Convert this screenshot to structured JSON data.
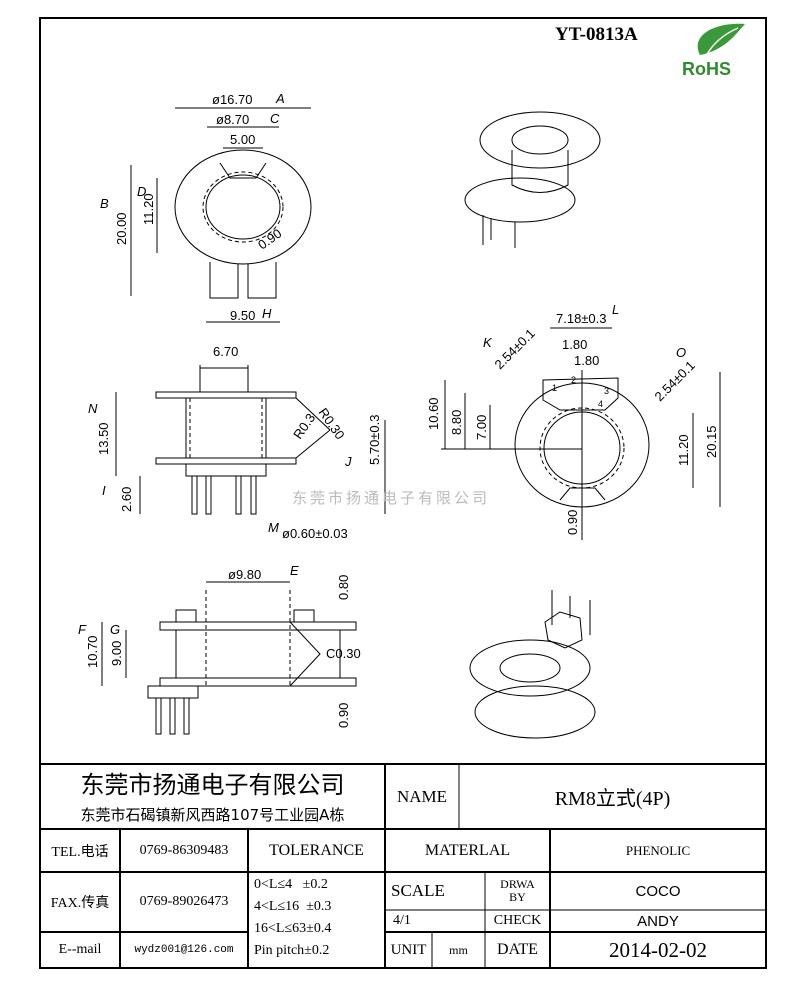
{
  "header": {
    "part_no": "YT-0813A",
    "rohs_logo": "RoHS"
  },
  "watermark": "东莞市扬通电子有限公司",
  "top_view": {
    "dia_a": "ø16.70",
    "label_a": "A",
    "dia_c": "ø8.70",
    "label_c": "C",
    "slot": "5.00",
    "height_b": "20.00",
    "label_b": "B",
    "inner_d": "11.20",
    "label_d": "D",
    "wall": "0.90",
    "base_h": "9.50",
    "label_h": "H"
  },
  "side_view": {
    "top_w": "6.70",
    "height_n": "13.50",
    "label_n": "N",
    "radius1": "R0.3",
    "radius2": "R0.30",
    "pin_len": "2.60",
    "label_i": "I",
    "j_dim": "5.70±0.3",
    "label_j": "J",
    "pin_dia": "ø0.60±0.03",
    "label_m": "M"
  },
  "front_view": {
    "dia_e": "ø9.80",
    "label_e": "E",
    "height_f": "10.70",
    "label_f": "F",
    "height_g": "9.00",
    "label_g": "G",
    "chamfer": "C0.30",
    "flange_top": "0.80",
    "flange_bot": "0.90"
  },
  "pin_view": {
    "span_l": "7.18±0.3",
    "label_l": "L",
    "pitch1": "1.80",
    "pitch2": "1.80",
    "pitch_k": "2.54±0.1",
    "label_k": "K",
    "pitch_o": "2.54±0.1",
    "label_o": "O",
    "h1": "10.60",
    "h2": "8.80",
    "h3": "7.00",
    "inner": "11.20",
    "total": "20.15",
    "bottom": "0.90",
    "pins": [
      "1",
      "2",
      "3",
      "4"
    ]
  },
  "title_block": {
    "company": "东莞市扬通电子有限公司",
    "address": "东莞市石碣镇新风西路107号工业园A栋",
    "name_label": "NAME",
    "name_value": "RM8立式(4P)",
    "tel_label": "TEL.电话",
    "tel": "0769-86309483",
    "fax_label": "FAX.传真",
    "fax": "0769-89026473",
    "email_label": "E--mail",
    "email": "wydz001@126.com",
    "tolerance_label": "TOLERANCE",
    "tolerances": [
      "0<L≤4   ±0.2",
      "4<L≤16  ±0.3",
      "16<L≤63±0.4",
      "Pin pitch±0.2"
    ],
    "material_label": "MATERLAL",
    "material": "PHENOLIC",
    "scale_label": "SCALE",
    "scale": "4/1",
    "drawn_label": "DRWA BY",
    "drawn": "COCO",
    "check_label": "CHECK",
    "check": "ANDY",
    "unit_label": "UNIT",
    "unit": "mm",
    "date_label": "DATE",
    "date": "2014-02-02"
  }
}
